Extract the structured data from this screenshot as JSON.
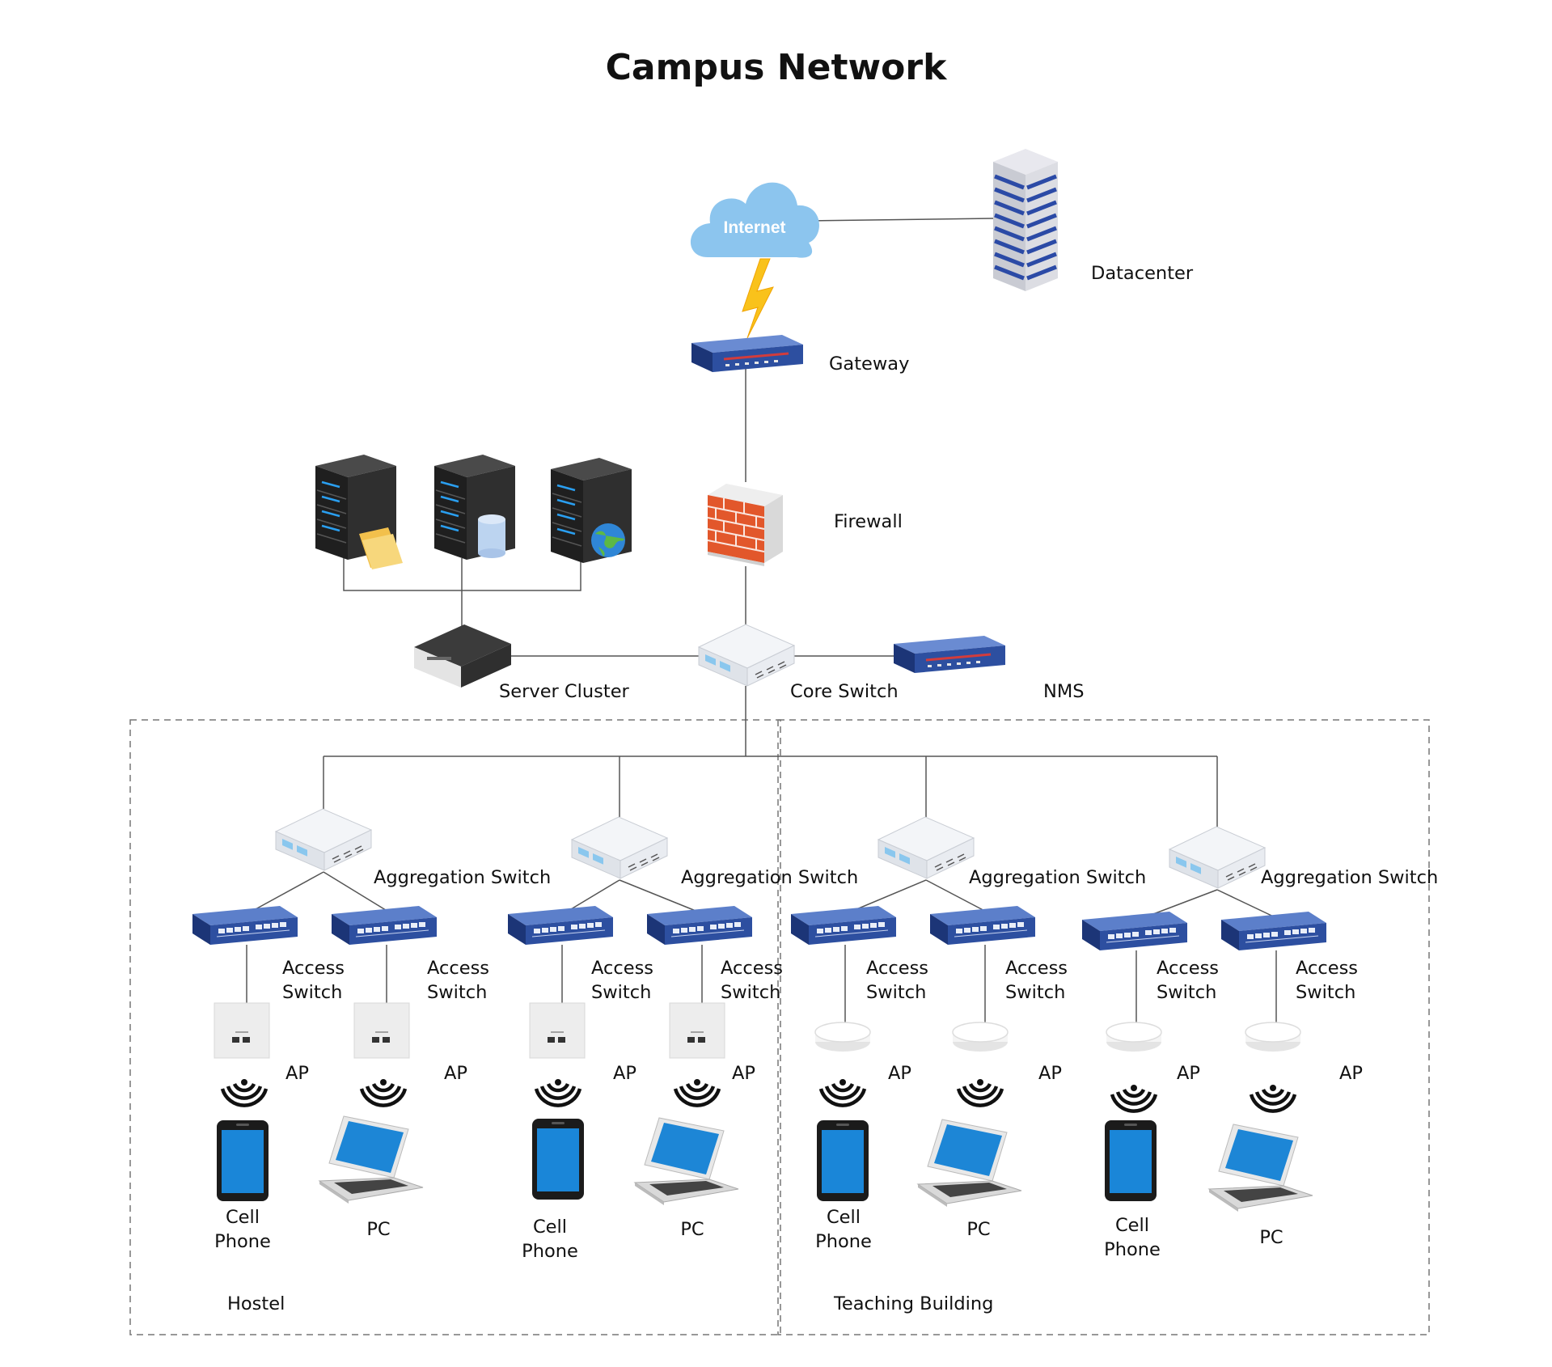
{
  "diagram": {
    "title": "Campus Network",
    "cloud_text": "Internet",
    "nodes": {
      "datacenter": "Datacenter",
      "gateway": "Gateway",
      "firewall": "Firewall",
      "server_cluster": "Server Cluster",
      "core_switch": "Core Switch",
      "nms": "NMS"
    },
    "common": {
      "aggregation_switch": "Aggregation Switch",
      "access_switch_line1": "Access",
      "access_switch_line2": "Switch",
      "ap": "AP",
      "cell_phone_line1": "Cell",
      "cell_phone_line2": "Phone",
      "pc": "PC"
    },
    "zones": {
      "hostel": "Hostel",
      "teaching_building": "Teaching Building"
    },
    "colors": {
      "cloud": "#8cc5ee",
      "switch_blue": "#2d4fa0",
      "brick": "#e2572b",
      "screen": "#1e7fd8",
      "server_dark": "#2b2b2b",
      "line": "#555555"
    }
  }
}
